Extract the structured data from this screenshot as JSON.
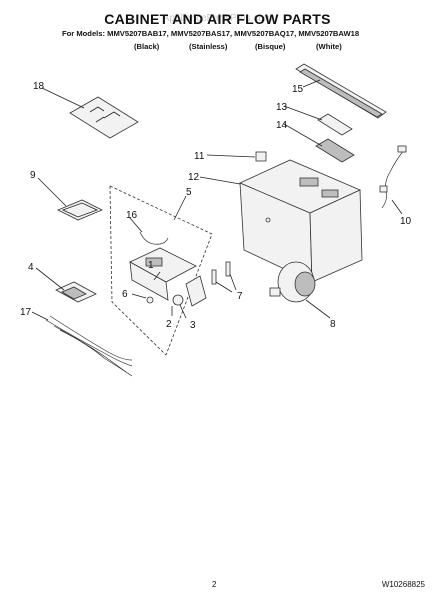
{
  "header": {
    "title": "CABINET AND AIR FLOW PARTS",
    "watermark": "AppliancePartsPros.com",
    "models_line": "For Models: MMV5207BAB17, MMV5207BAS17, MMV5207BAQ17, MMV5207BAW18",
    "colors": [
      "(Black)",
      "(Stainless)",
      "(Bisque)",
      "(White)"
    ]
  },
  "callouts": [
    "18",
    "15",
    "13",
    "14",
    "11",
    "12",
    "9",
    "5",
    "16",
    "10",
    "4",
    "1",
    "6",
    "7",
    "17",
    "2",
    "3",
    "8"
  ],
  "footer": {
    "page_number": "2",
    "document_number": "W10268825"
  }
}
